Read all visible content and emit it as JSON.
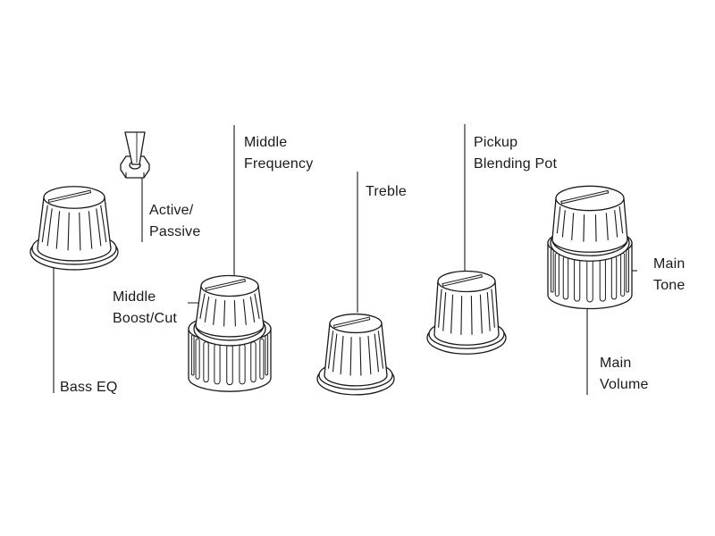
{
  "diagram": {
    "stroke_color": "#1a1a1a",
    "fill_color": "#ffffff",
    "labels": {
      "middle_frequency": [
        "Middle",
        "Frequency"
      ],
      "active_passive": [
        "Active/",
        "Passive"
      ],
      "treble": [
        "Treble"
      ],
      "pickup_blending_pot": [
        "Pickup",
        "Blending Pot"
      ],
      "middle_boost_cut": [
        "Middle",
        "Boost/Cut"
      ],
      "bass_eq": [
        "Bass EQ"
      ],
      "main_tone": [
        "Main",
        "Tone"
      ],
      "main_volume": [
        "Main",
        "Volume"
      ]
    },
    "components": [
      {
        "name": "bass-eq-knob",
        "icon": "knob-single-icon"
      },
      {
        "name": "active-passive-switch",
        "icon": "toggle-switch-icon"
      },
      {
        "name": "middle-stacked-knob",
        "icon": "knob-stacked-icon"
      },
      {
        "name": "treble-knob",
        "icon": "knob-single-icon"
      },
      {
        "name": "pickup-blend-knob",
        "icon": "knob-single-icon"
      },
      {
        "name": "main-stacked-knob",
        "icon": "knob-stacked-icon"
      }
    ]
  }
}
